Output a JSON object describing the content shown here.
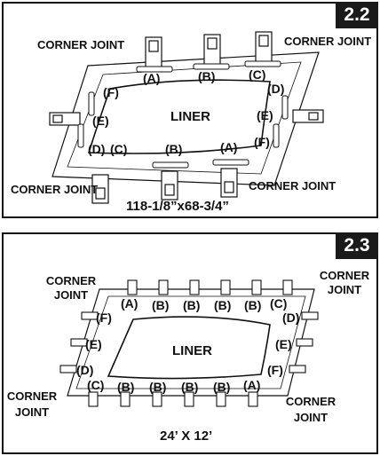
{
  "panel_a": {
    "step": "2.2",
    "corner_joint": "CORNER JOINT",
    "liner": "LINER",
    "dimensions": "118-1/8”x68-3/4”",
    "letters": {
      "a": "(A)",
      "b": "(B)",
      "c": "(C)",
      "d": "(D)",
      "e": "(E)",
      "f": "(F)"
    }
  },
  "panel_b": {
    "step": "2.3",
    "corner_word": "CORNER",
    "joint_word": "JOINT",
    "liner": "LINER",
    "dimensions": "24’ X 12’",
    "letters": {
      "a": "(A)",
      "b": "(B)",
      "c": "(C)",
      "d": "(D)",
      "e": "(E)",
      "f": "(F)"
    }
  },
  "icons": [
    "leg-bracket-icon",
    "rail-icon",
    "t-connector-icon"
  ]
}
